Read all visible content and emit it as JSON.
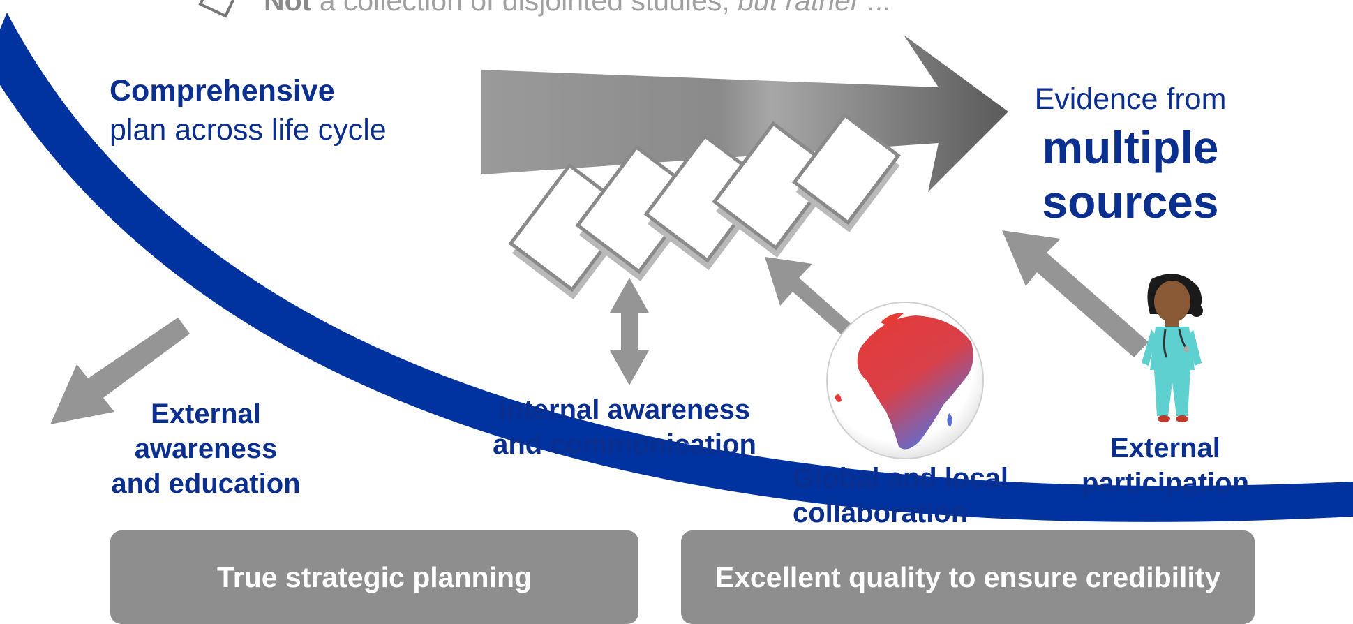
{
  "header": {
    "lead_bold": "Not",
    "lead_text": " a collection of disjointed studies, ",
    "lead_italic": "but rather ..."
  },
  "plan": {
    "line1": "Comprehensive",
    "line2": "plan across life cycle"
  },
  "evidence": {
    "line1": "Evidence from",
    "line2": "multiple",
    "line3": "sources"
  },
  "labels": {
    "external_awareness": [
      "External",
      "awareness",
      "and education"
    ],
    "internal_awareness": [
      "Internal awareness",
      "and communication"
    ],
    "global_local": [
      "Global and local",
      "collaboration"
    ],
    "external_participation": [
      "External",
      "participation"
    ]
  },
  "boxes": {
    "strategic": "True strategic planning",
    "quality": "Excellent quality to ensure credibility"
  },
  "colors": {
    "arc": "#0033a0",
    "text": "#0b2f8f",
    "arrow_gray": "#959595",
    "box_gray": "#8e8e8e",
    "globe_land_top": "#e63a35",
    "globe_land_bottom": "#5a6fd6"
  },
  "icons": [
    "checkbox-icon",
    "globe-icon",
    "nurse-icon",
    "document-stack-icon"
  ]
}
